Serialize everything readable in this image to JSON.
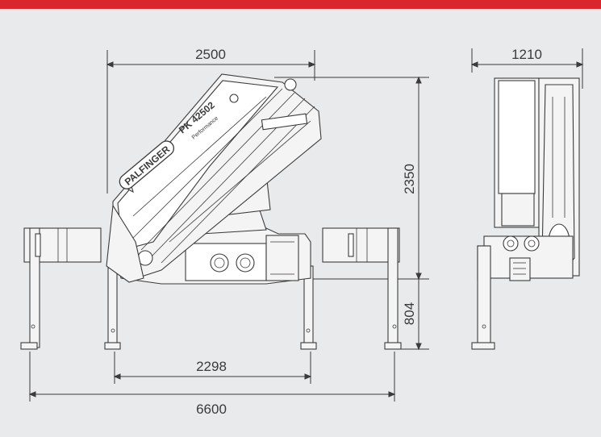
{
  "colors": {
    "accent": "#d8262c",
    "background": "#e9eaeb",
    "line": "#3b3b3b"
  },
  "dimensions": {
    "width_top": "2500",
    "height_total": "2350",
    "height_lower": "804",
    "width_side": "1210",
    "support_inner": "2298",
    "support_outer": "6600"
  },
  "labels": {
    "brand": "PALFINGER",
    "model": "PK 42502",
    "variant": "Performance"
  }
}
